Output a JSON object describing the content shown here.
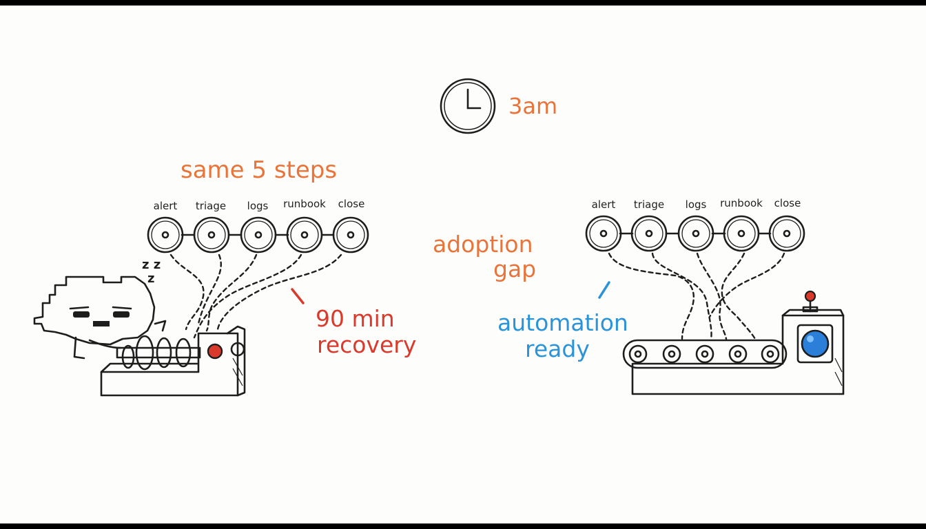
{
  "clock_label": "3am",
  "left_caption": "same 5 steps",
  "left_steps": [
    "alert",
    "triage",
    "logs",
    "runbook",
    "close"
  ],
  "right_steps": [
    "alert",
    "triage",
    "logs",
    "runbook",
    "close"
  ],
  "snore": [
    "z z",
    "z"
  ],
  "middle_caption": [
    "adoption",
    "gap"
  ],
  "recovery": [
    "90 min",
    "recovery"
  ],
  "automation": [
    "automation",
    "ready"
  ],
  "colors": {
    "orange": "#e8743a",
    "red": "#d93a2b",
    "blue": "#2b94d9",
    "ink": "#1d1d1d"
  }
}
